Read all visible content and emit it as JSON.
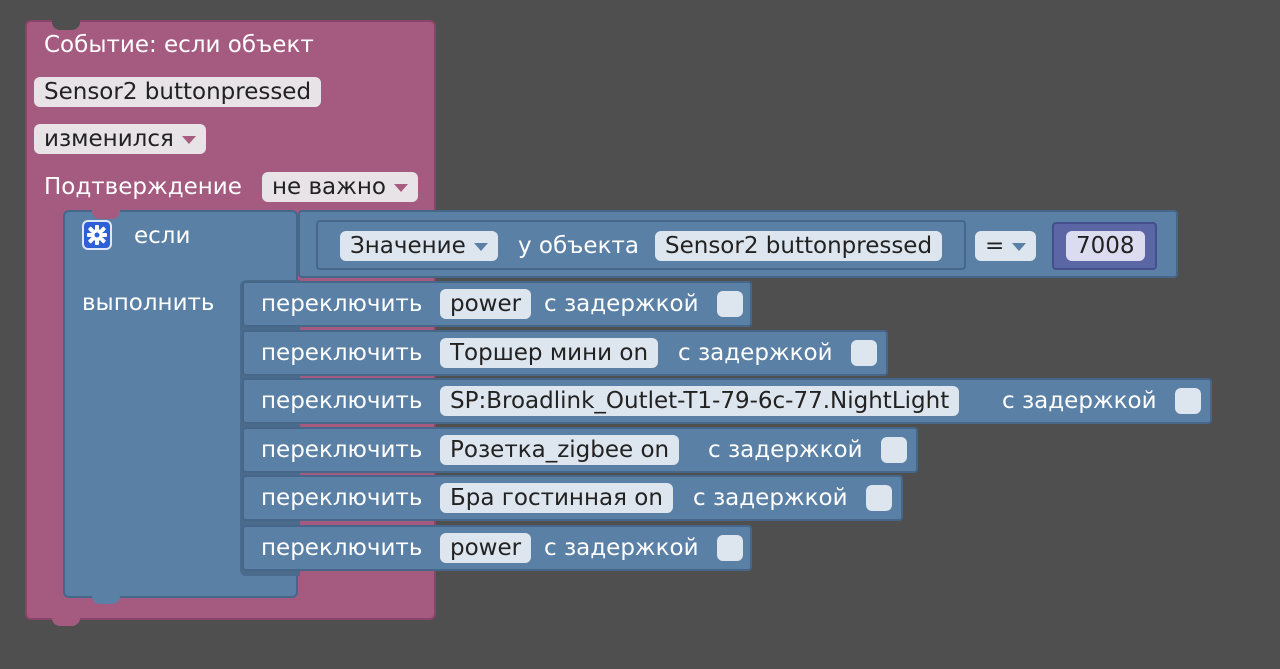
{
  "event_block": {
    "title": "Событие: если объект",
    "object_value": "Sensor2 buttonpressed",
    "change_value": "изменился",
    "confirm_label": "Подтверждение",
    "confirm_value": "не важно"
  },
  "if_block": {
    "if_label": "если",
    "do_label": "выполнить",
    "condition": {
      "property_value": "Значение",
      "of_object_label": "у объекта",
      "object_value": "Sensor2 buttonpressed",
      "operator": "=",
      "number": "7008"
    }
  },
  "actions": [
    {
      "verb": "переключить",
      "object": "power",
      "delay_label": "с задержкой"
    },
    {
      "verb": "переключить",
      "object": "Торшер мини on",
      "delay_label": "с задержкой"
    },
    {
      "verb": "переключить",
      "object": "SP:Broadlink_Outlet-T1-79-6c-77.NightLight",
      "delay_label": "с задержкой"
    },
    {
      "verb": "переключить",
      "object": "Розетка_zigbee on",
      "delay_label": "с задержкой"
    },
    {
      "verb": "переключить",
      "object": "Бра гостинная on",
      "delay_label": "с задержкой"
    },
    {
      "verb": "переключить",
      "object": "power",
      "delay_label": "с задержкой"
    }
  ],
  "colors": {
    "workspace": "#4f4f4f",
    "event_block": "#a55b80",
    "logic_block": "#5b80a5",
    "math_block": "#5b67a5",
    "field": "#e8e3e6"
  }
}
